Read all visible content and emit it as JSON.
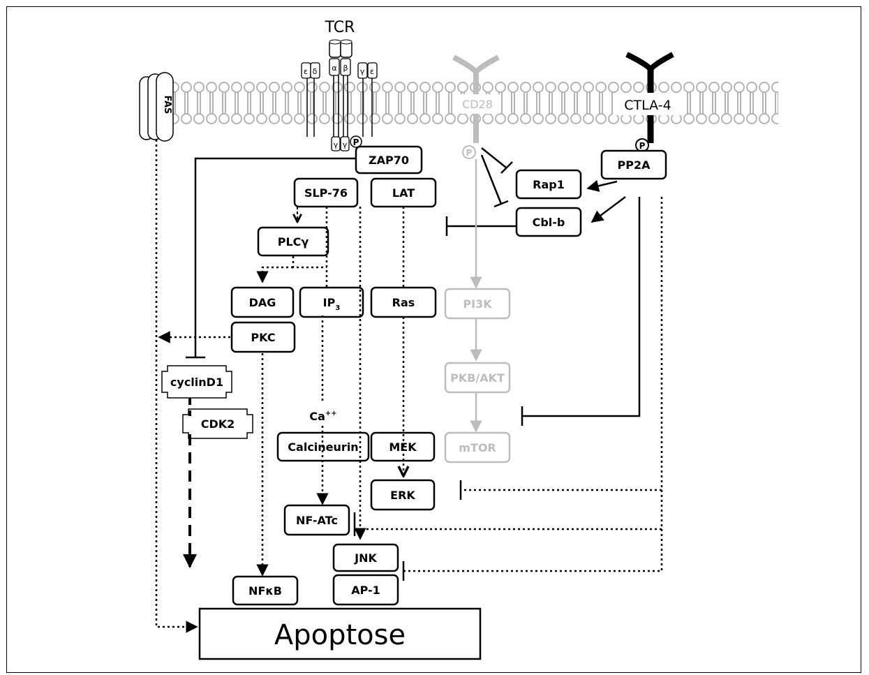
{
  "colors": {
    "main": "#000000",
    "grey": "#bdbdbd",
    "membrane": "#b3b3b3",
    "background": "#ffffff"
  },
  "receptors": {
    "tcr": "TCR",
    "fas": "FAS",
    "cd28": "CD28",
    "ctla4": "CTLA-4"
  },
  "tcr_chains": [
    "ε",
    "δ",
    "α",
    "β",
    "γ",
    "ε",
    "γ",
    "γ"
  ],
  "phospho": "P",
  "calcium": {
    "base": "Ca",
    "sup": "++"
  },
  "nodes": {
    "zap70": "ZAP70",
    "slp76": "SLP-76",
    "lat": "LAT",
    "plcg": "PLCγ",
    "dag": "DAG",
    "ip3": {
      "base": "IP",
      "sub": "3"
    },
    "ras": "Ras",
    "pkc": "PKC",
    "cyclind1": "cyclinD1",
    "cdk2": "CDK2",
    "calcineurin": "Calcineurin",
    "mek": "MEK",
    "erk": "ERK",
    "nfatc": "NF-ATc",
    "jnk": "JNK",
    "ap1": "AP-1",
    "nfkb": "NFκB",
    "rap1": "Rap1",
    "cblb": "Cbl-b",
    "pp2a": "PP2A",
    "pi3k": "PI3K",
    "pkbakt": "PKB/AKT",
    "mtor": "mTOR"
  },
  "apoptosis": "Apoptose"
}
